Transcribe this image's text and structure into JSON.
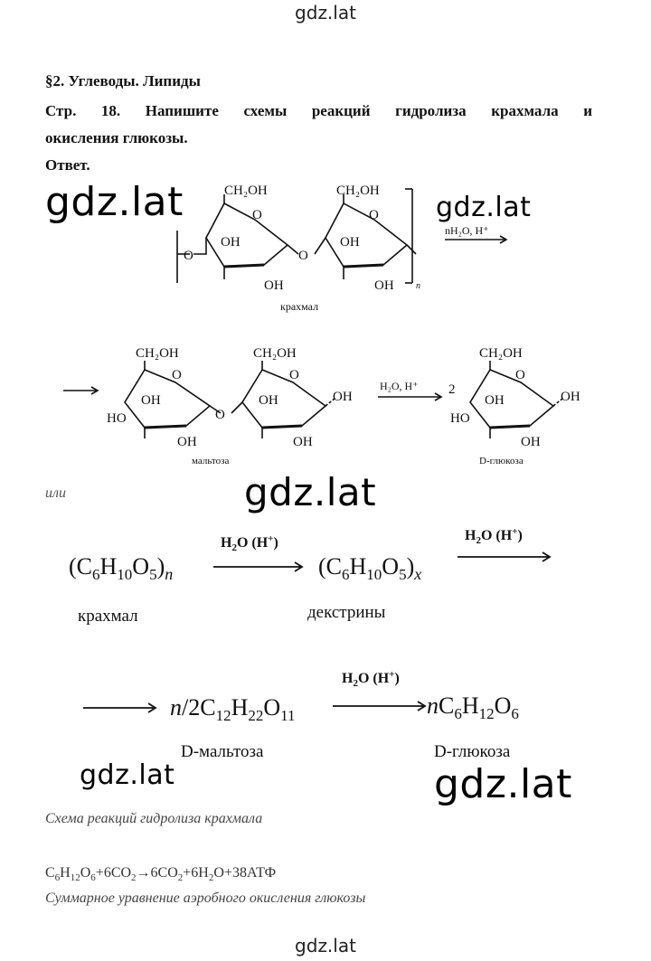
{
  "site": {
    "header": "gdz.lat",
    "footer": "gdz.lat"
  },
  "watermarks": {
    "w1": "gdz.lat",
    "w2": "gdz.lat",
    "w3": "gdz.lat",
    "w4": "gdz.lat",
    "w5": "gdz.lat"
  },
  "heading": {
    "section": "§2. Углеводы. Липиды",
    "task_line1": "Стр. 18. Напишите схемы реакций гидролиза крахмала и",
    "task_line2": "окисления глюкозы.",
    "answer": "Ответ."
  },
  "structure": {
    "ch2oh": "CH₂OH",
    "oh": "OH",
    "o": "O",
    "ho": "HO",
    "subscript_n": "n",
    "reagent1": "nH₂O, H⁺",
    "reagent2": "H₂O, H⁺",
    "coef2": "2",
    "starch_label": "крахмал",
    "maltose_label": "мальтоза",
    "glucose_label": "D-глюкоза"
  },
  "or_text": "или",
  "scheme": {
    "starch_formula": "(C6H10O5)n",
    "dextrin_formula": "(C6H10O5)x",
    "condition": "H2O (H+)",
    "starch_name": "крахмал",
    "dextrin_name": "декстрины",
    "maltose_formula": "n/2C12H22O11",
    "glucose_formula": "nC6H12O6",
    "maltose_name": "D-мальтоза",
    "glucose_name": "D-глюкоза"
  },
  "caption_hydrolysis": "Схема реакций гидролиза крахмала",
  "equation": "C6H12O6+6CO2→6CO2+6H2O+38АТФ",
  "caption_oxidation": "Суммарное уравнение аэробного окисления глюкозы"
}
